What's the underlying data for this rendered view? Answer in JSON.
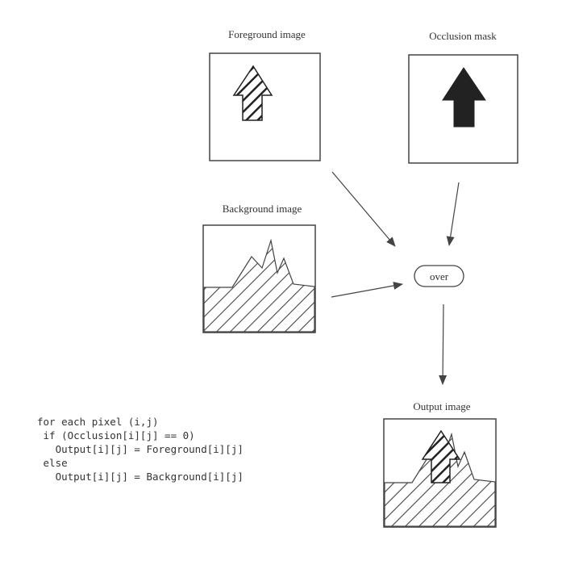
{
  "labels": {
    "foreground": "Foreground image",
    "occlusion": "Occlusion mask",
    "background": "Background image",
    "output": "Output image",
    "operator": "over"
  },
  "code_lines": [
    "for each pixel (i,j)",
    " if (Occlusion[i][j] == 0)",
    "   Output[i][j] = Foreground[i][j]",
    " else",
    "   Output[i][j] = Background[i][j]"
  ],
  "colors": {
    "stroke": "#444444",
    "mask_fill": "#222222",
    "text": "#333333"
  }
}
